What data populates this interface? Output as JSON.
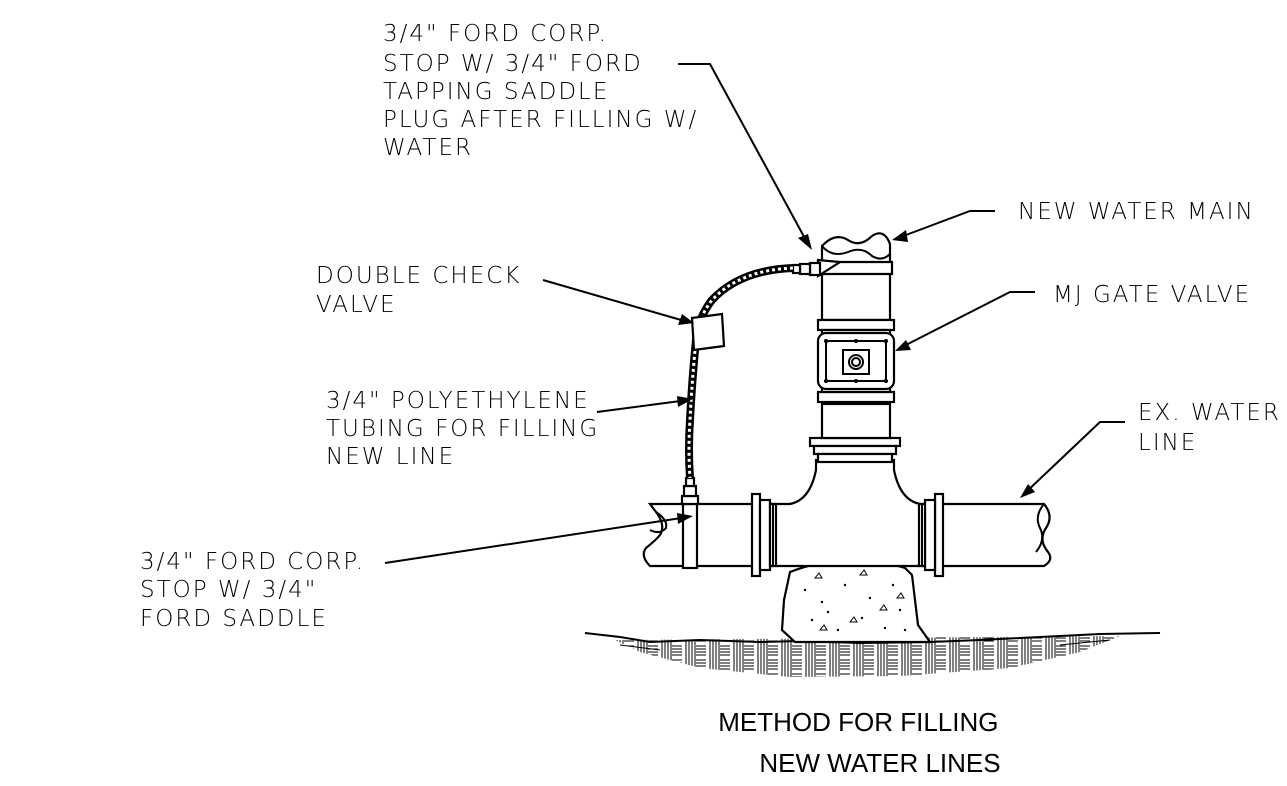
{
  "labels": {
    "corp_stop_top": [
      "3/4\" FORD CORP.",
      "STOP W/ 3/4\" FORD",
      "TAPPING SADDLE",
      "PLUG AFTER FILLING W/",
      "WATER"
    ],
    "new_water_main": "NEW WATER MAIN",
    "double_check_valve": [
      "DOUBLE CHECK",
      "VALVE"
    ],
    "mj_gate_valve": "MJ GATE VALVE",
    "polyethylene_tubing": [
      "3/4\" POLYETHYLENE",
      "TUBING FOR FILLING",
      "NEW LINE"
    ],
    "ex_water_line": [
      "EX. WATER",
      "LINE"
    ],
    "corp_stop_bottom": [
      "3/4\" FORD CORP.",
      "STOP W/ 3/4\"",
      "FORD SADDLE"
    ]
  },
  "title": [
    "METHOD FOR FILLING",
    "NEW WATER LINES"
  ]
}
